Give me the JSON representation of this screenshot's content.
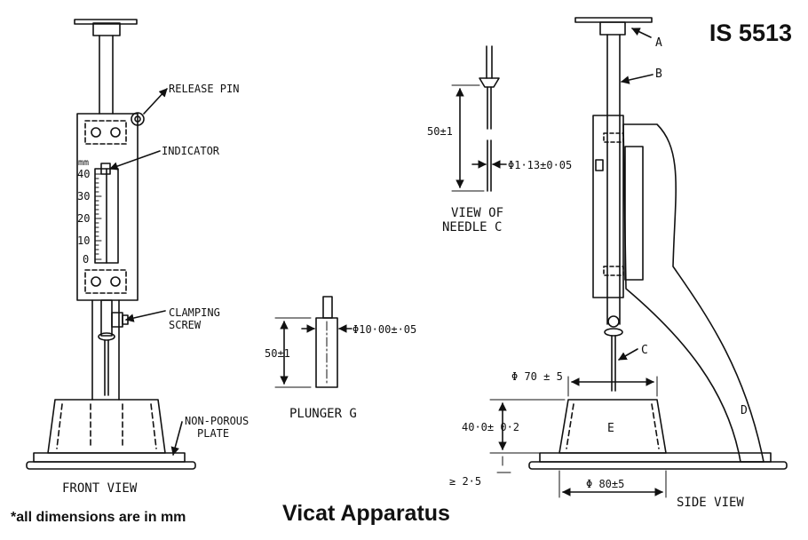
{
  "standard": "IS 5513",
  "title": "Vicat Apparatus",
  "note": "*all dimensions are in mm",
  "front_view": {
    "caption": "FRONT VIEW",
    "labels": {
      "release_pin": "RELEASE PIN",
      "indicator": "INDICATOR",
      "clamping_screw_1": "CLAMPING",
      "clamping_screw_2": "SCREW",
      "non_porous_1": "NON-POROUS",
      "non_porous_2": "PLATE"
    },
    "scale": {
      "unit": "mm",
      "ticks": [
        "40",
        "30",
        "20",
        "10",
        "0"
      ]
    }
  },
  "plunger": {
    "caption": "PLUNGER G",
    "length": "50±1",
    "diameter": "Φ10·00±·05"
  },
  "needle": {
    "caption_1": "VIEW OF",
    "caption_2": "NEEDLE C",
    "length": "50±1",
    "diameter": "Φ1·13±0·05"
  },
  "side_view": {
    "caption": "SIDE VIEW",
    "parts": {
      "a": "A",
      "b": "B",
      "c": "C",
      "d": "D",
      "e": "E"
    },
    "dims": {
      "top_dia": "Φ 70 ± 5",
      "height": "40·0± 0·2",
      "base_dia": "Φ 80±5",
      "plate": "≥ 2·5"
    }
  }
}
